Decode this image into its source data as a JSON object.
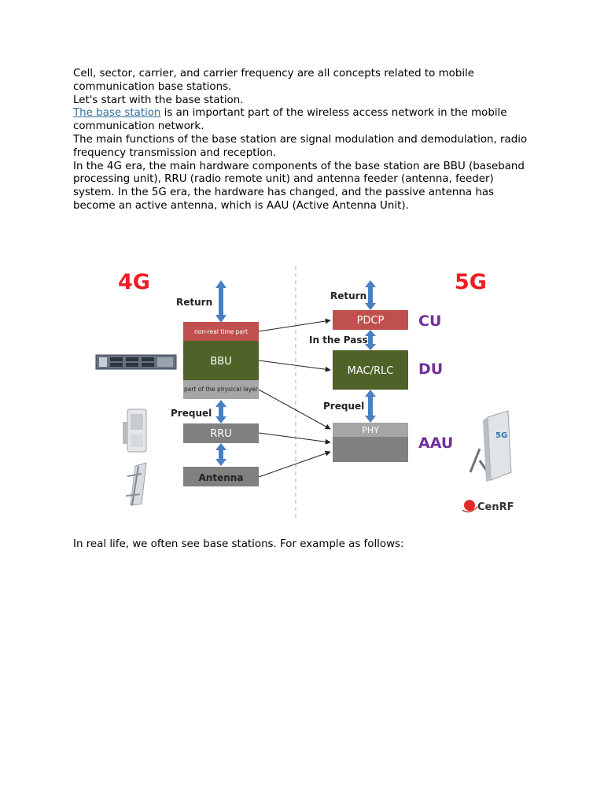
{
  "paragraphs": {
    "p1": "Cell, sector, carrier, and carrier frequency are all concepts related to mobile communication base stations.",
    "p2": "Let's start with the base station.",
    "p3_link": "The base station",
    "p3_rest": " is an important part of the wireless access network in the mobile communication network.",
    "p4": "The main functions of the base station are signal modulation and demodulation, radio frequency transmission and reception.",
    "p5": "In the 4G era, the main hardware components of the base station are BBU (baseband processing unit), RRU (radio remote unit) and antenna feeder (antenna, feeder) system. In the 5G era, the hardware has changed, and the passive antenna has become an active antenna, which is AAU (Active Antenna Unit).",
    "p6": "In real life, we often see base stations. For example as follows:"
  },
  "diagram": {
    "title_4g": "4G",
    "title_5g": "5G",
    "return_4g": "Return",
    "non_real_time": "non-real time part",
    "bbu": "BBU",
    "physical_layer": "part of the physical layer",
    "prequel_4g": "Prequel",
    "rru": "RRU",
    "antenna": "Antenna",
    "return_5g": "Return",
    "pdcp": "PDCP",
    "in_the_pass": "In the Pass",
    "mac_rlc": "MAC/RLC",
    "prequel_5g": "Prequel",
    "phy": "PHY",
    "cu": "CU",
    "du": "DU",
    "aau": "AAU",
    "brand": "CenRF",
    "aau_device_mark": "5G",
    "colors": {
      "red_title": "#ee1c24",
      "purple_label": "#7030a0",
      "arrow_blue": "#4a7fc1",
      "non_real_time_red": "#c0504d",
      "bbu_green": "#4f6228",
      "gray_light": "#a6a6a6",
      "gray_mid": "#808080"
    }
  }
}
